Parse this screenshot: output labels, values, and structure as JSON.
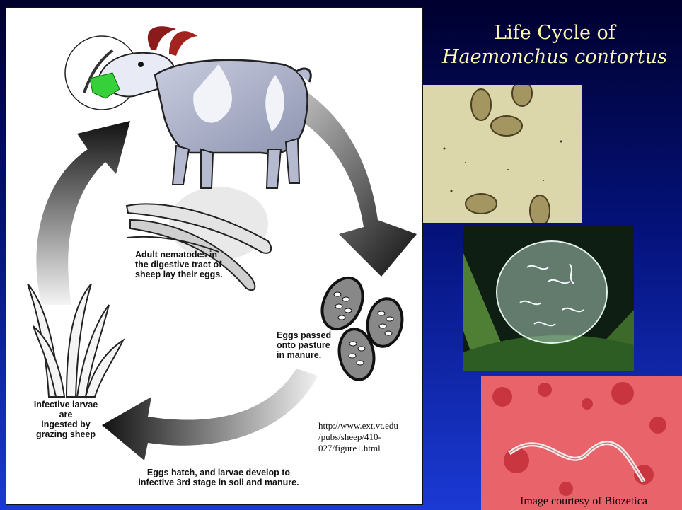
{
  "title": {
    "line1": "Life Cycle of",
    "line2": "Haemonchus contortus"
  },
  "diagram": {
    "caption_adult": "Adult nematodes in\nthe digestive tract of\nsheep lay their eggs.",
    "caption_eggs": "Eggs passed\nonto pasture\nin manure.",
    "caption_larvae_ingested": "Infective larvae\nare\ningested by\ngrazing sheep",
    "caption_hatch": "Eggs hatch, and larvae develop to\ninfective 3rd stage in soil and manure.",
    "source_url": "http://www.ext.vt.edu\n/pubs/sheep/410-\n027/figure1.html"
  },
  "photos": {
    "credit": "Image courtesy of Biozetica"
  },
  "colors": {
    "title_text": "#fff9b0",
    "background_top": "#00002e",
    "background_bottom": "#1b3ad4"
  }
}
